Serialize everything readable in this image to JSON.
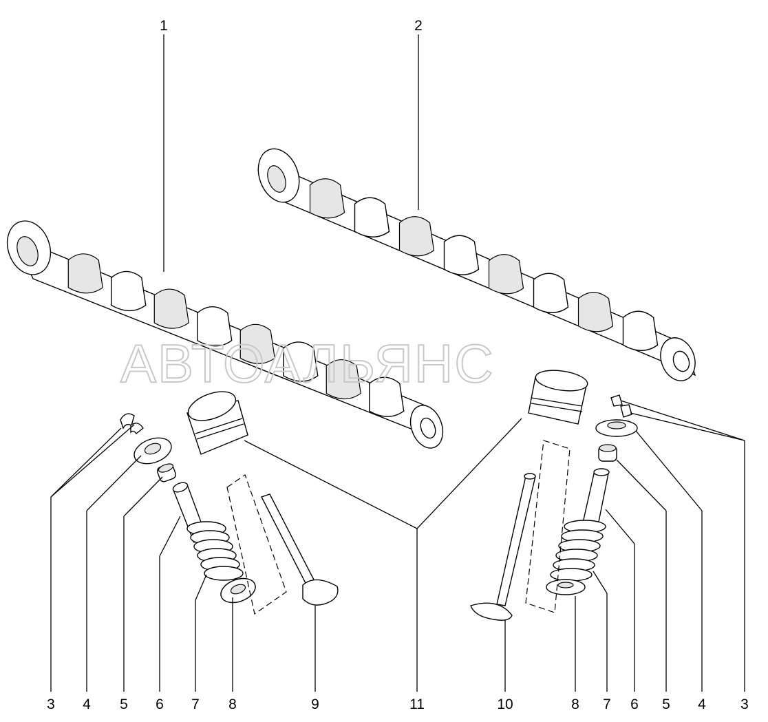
{
  "watermark": "АВТОАЛЬЯНС",
  "callouts": {
    "c1": "1",
    "c2": "2",
    "l3": "3",
    "l4": "4",
    "l5": "5",
    "l6": "6",
    "l7": "7",
    "l8": "8",
    "l9": "9",
    "c11": "11",
    "c10": "10",
    "r8": "8",
    "r7": "7",
    "r6": "6",
    "r5": "5",
    "r4": "4",
    "r3": "3"
  }
}
